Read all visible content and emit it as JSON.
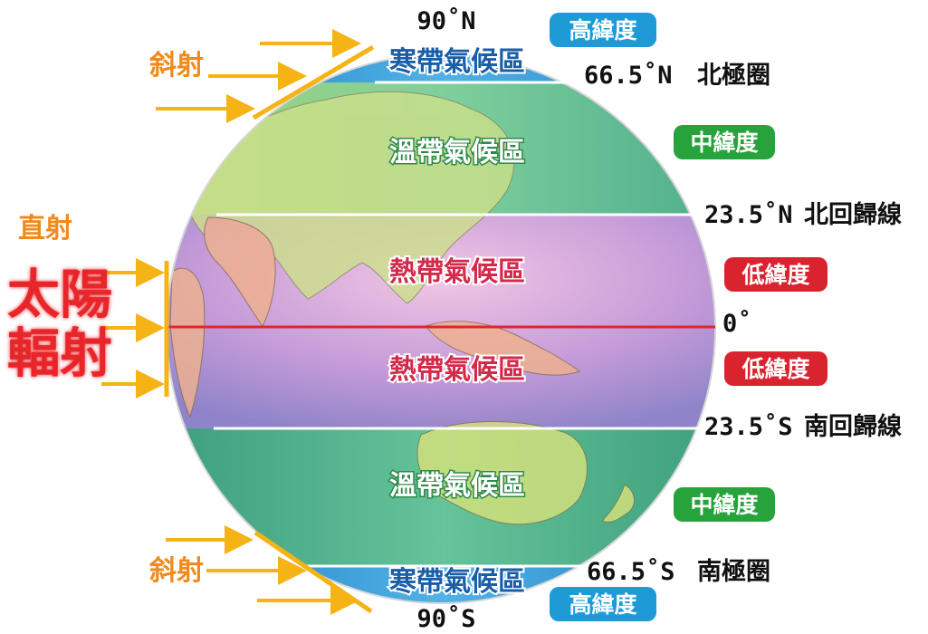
{
  "poles": {
    "north": "90˚N",
    "south": "90˚S"
  },
  "latitude_lines": {
    "arctic": {
      "value": "66.5˚N",
      "name": "北極圈"
    },
    "cancer": {
      "value": "23.5˚N",
      "name": "北回歸線"
    },
    "equator": {
      "value": "0˚"
    },
    "capricorn": {
      "value": "23.5˚S",
      "name": "南回歸線"
    },
    "antarctic": {
      "value": "66.5˚S",
      "name": "南極圈"
    }
  },
  "zones": {
    "north_frigid": "寒帶氣候區",
    "north_temperate": "溫帶氣候區",
    "north_tropical": "熱帶氣候區",
    "south_tropical": "熱帶氣候區",
    "south_temperate": "溫帶氣候區",
    "south_frigid": "寒帶氣候區"
  },
  "badges": {
    "high_north": "高緯度",
    "mid_north": "中緯度",
    "low_north": "低緯度",
    "low_south": "低緯度",
    "mid_south": "中緯度",
    "high_south": "高緯度"
  },
  "rays": {
    "oblique_north": "斜射",
    "direct": "直射",
    "oblique_south": "斜射"
  },
  "sun_label": {
    "line1": "太陽",
    "line2": "輻射"
  },
  "colors": {
    "high_lat_badge": "#1e9ad6",
    "mid_lat_badge": "#27a33c",
    "low_lat_badge": "#d9232e",
    "equator_line": "#e0262c",
    "arrow": "#f5b315",
    "ray_label": "#f08a1c",
    "tropical_zone": "#c7a2dc",
    "temperate_zone": "#6fc4a5",
    "frigid_zone": "#3a9fd8",
    "land": "#e9c86a"
  }
}
